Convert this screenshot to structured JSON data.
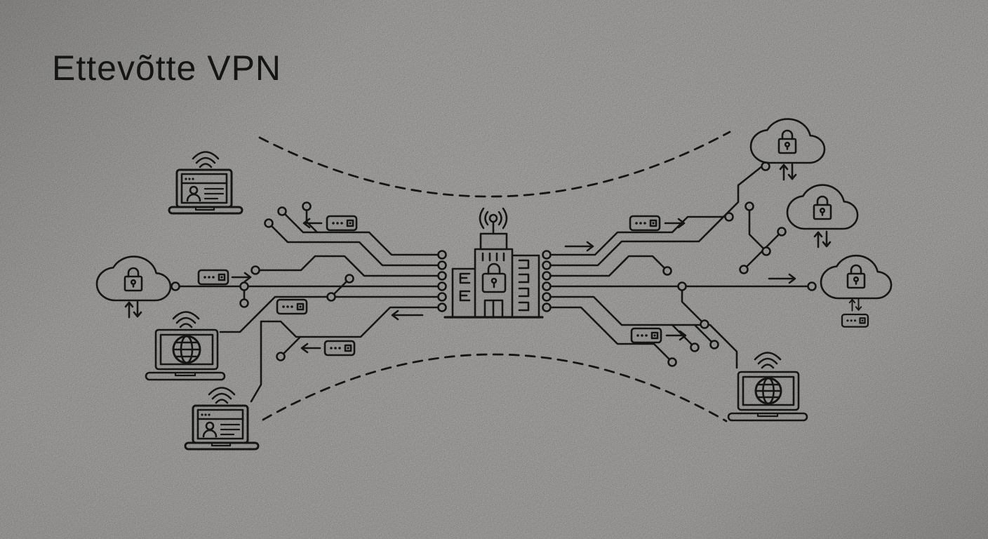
{
  "title": "Ettevõtte VPN",
  "colors": {
    "ink": "#1d1d1b",
    "paper": "#c6c5c2",
    "paper_center": "#cdccc9"
  },
  "diagram": {
    "type": "corporate-vpn-network-illustration",
    "hub": {
      "id": "hq-building",
      "icon": "office-building-lock-antenna-icon"
    },
    "endpoints_left": [
      {
        "id": "laptop-id-top-left",
        "icon": "laptop-id-card-wifi-icon"
      },
      {
        "id": "cloud-left",
        "icon": "secure-cloud-lock-icon",
        "arrows": "up-down"
      },
      {
        "id": "laptop-globe-left",
        "icon": "laptop-globe-wifi-icon"
      },
      {
        "id": "laptop-id-bottom-left",
        "icon": "laptop-id-card-wifi-icon"
      }
    ],
    "endpoints_right": [
      {
        "id": "cloud-top-right",
        "icon": "secure-cloud-lock-icon",
        "arrows": "up-down"
      },
      {
        "id": "cloud-mid-right",
        "icon": "secure-cloud-lock-icon",
        "arrows": "up-down"
      },
      {
        "id": "cloud-far-right",
        "icon": "secure-cloud-lock-icon",
        "arrows": "up-down",
        "extra": "data-packet-icon"
      },
      {
        "id": "laptop-globe-right",
        "icon": "laptop-globe-wifi-icon"
      }
    ],
    "decorations": {
      "packet_icon": "data-packet-icon",
      "dashed_arcs": 2,
      "circuit_pins_per_side": 6
    }
  }
}
